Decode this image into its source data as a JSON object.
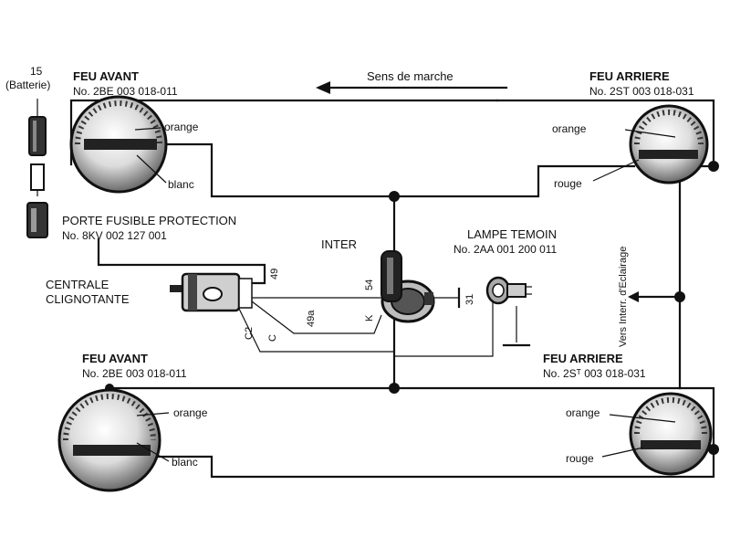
{
  "direction": {
    "label": "Sens de marche"
  },
  "battery": {
    "line1": "15",
    "line2": "(Batterie)"
  },
  "front_lamp_top": {
    "title": "FEU AVANT",
    "part": "No. 2BE 003 018-011",
    "wire1": "orange",
    "wire2": "blanc"
  },
  "rear_lamp_top": {
    "title": "FEU ARRIERE",
    "part": "No. 2ST 003 018-031",
    "wire1": "orange",
    "wire2": "rouge"
  },
  "fuse_holder": {
    "title": "PORTE FUSIBLE PROTECTION",
    "part": "No. 8KV 002 127 001"
  },
  "switch": {
    "title": "INTER",
    "t54": "54",
    "tK": "K",
    "t31": "31"
  },
  "indicator_lamp": {
    "title": "LAMPE TEMOIN",
    "part": "No. 2AA 001 200 011"
  },
  "flasher_unit": {
    "line1": "CENTRALE",
    "line2": "CLIGNOTANTE",
    "t49": "49",
    "t49a": "49a",
    "tC": "C",
    "tC2": "C2"
  },
  "lighting_switch": {
    "label": "Vers Interr. d'Eclairage"
  },
  "front_lamp_bottom": {
    "title": "FEU AVANT",
    "part": "No. 2BE 003 018-011",
    "wire1": "orange",
    "wire2": "blanc"
  },
  "rear_lamp_bottom": {
    "title": "FEU ARRIERE",
    "part": "No. 2Sᵀ 003 018-031",
    "wire1": "orange",
    "wire2": "rouge"
  },
  "colors": {
    "ink": "#111111",
    "paper": "#ffffff",
    "lamp_fill": "#e8e8e8"
  }
}
